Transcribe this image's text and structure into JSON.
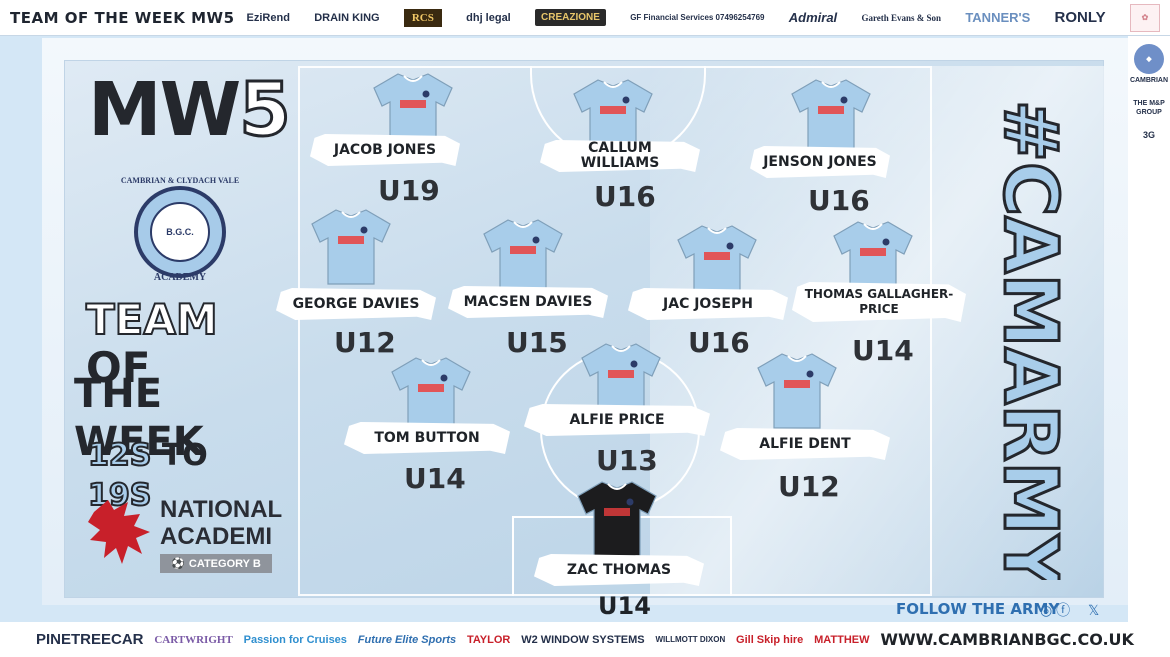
{
  "header": {
    "title": "TEAM OF THE WEEK MW5",
    "sponsors": [
      "EziRend",
      "DRAIN KING",
      "RCS",
      "dhj legal",
      "CREAZIONE",
      "GF Financial Services 07496254769",
      "Admiral",
      "Gareth Evans & Son",
      "TANNER'S",
      "RONLY"
    ]
  },
  "right_strip": {
    "logos": [
      "CAMBRIAN",
      "THE M&P GROUP",
      "3G"
    ]
  },
  "branding": {
    "mw_prefix": "MW",
    "mw_number": "5",
    "club_name": "CAMBRIAN & CLYDACH VALE",
    "club_sub": "B.G.C.",
    "club_academy": "ACADEMY",
    "title_team": "TEAM",
    "title_of": "OF",
    "title_the_week": "THE WEEK",
    "age_from": "12S",
    "age_to_word": "TO",
    "age_to": "19S",
    "national_1": "NATIONAL",
    "national_2": "ACADEMI",
    "category": "CATEGORY B",
    "hashtag": "#CAMARMY"
  },
  "players": [
    {
      "name": "JACOB JONES",
      "age": "U19"
    },
    {
      "name": "CALLUM WILLIAMS",
      "age": "U16"
    },
    {
      "name": "JENSON JONES",
      "age": "U16"
    },
    {
      "name": "GEORGE DAVIES",
      "age": "U12"
    },
    {
      "name": "MACSEN DAVIES",
      "age": "U15"
    },
    {
      "name": "JAC JOSEPH",
      "age": "U16"
    },
    {
      "name": "THOMAS GALLAGHER-PRICE",
      "age": "U14"
    },
    {
      "name": "TOM BUTTON",
      "age": "U14"
    },
    {
      "name": "ALFIE PRICE",
      "age": "U13"
    },
    {
      "name": "ALFIE DENT",
      "age": "U12"
    },
    {
      "name": "ZAC THOMAS",
      "age": "U14"
    }
  ],
  "follow": {
    "label": "FOLLOW THE ARMY",
    "icons": [
      "instagram-icon",
      "facebook-icon",
      "x-icon"
    ]
  },
  "footer": {
    "sponsors": [
      "PINETREECAR",
      "CARTWRIGHT",
      "Passion for Cruises",
      "Future Elite Sports",
      "TAYLOR",
      "W2 WINDOW SYSTEMS",
      "WILLMOTT DIXON",
      "Gill Skip hire",
      "MATTHEW"
    ],
    "website": "WWW.CAMBRIANBGC.CO.UK"
  },
  "colors": {
    "shirt_sky": "#a8cdea",
    "keeper_black": "#1c1c1e",
    "ink": "#24272d",
    "accent_blue": "#2f6fb0"
  }
}
